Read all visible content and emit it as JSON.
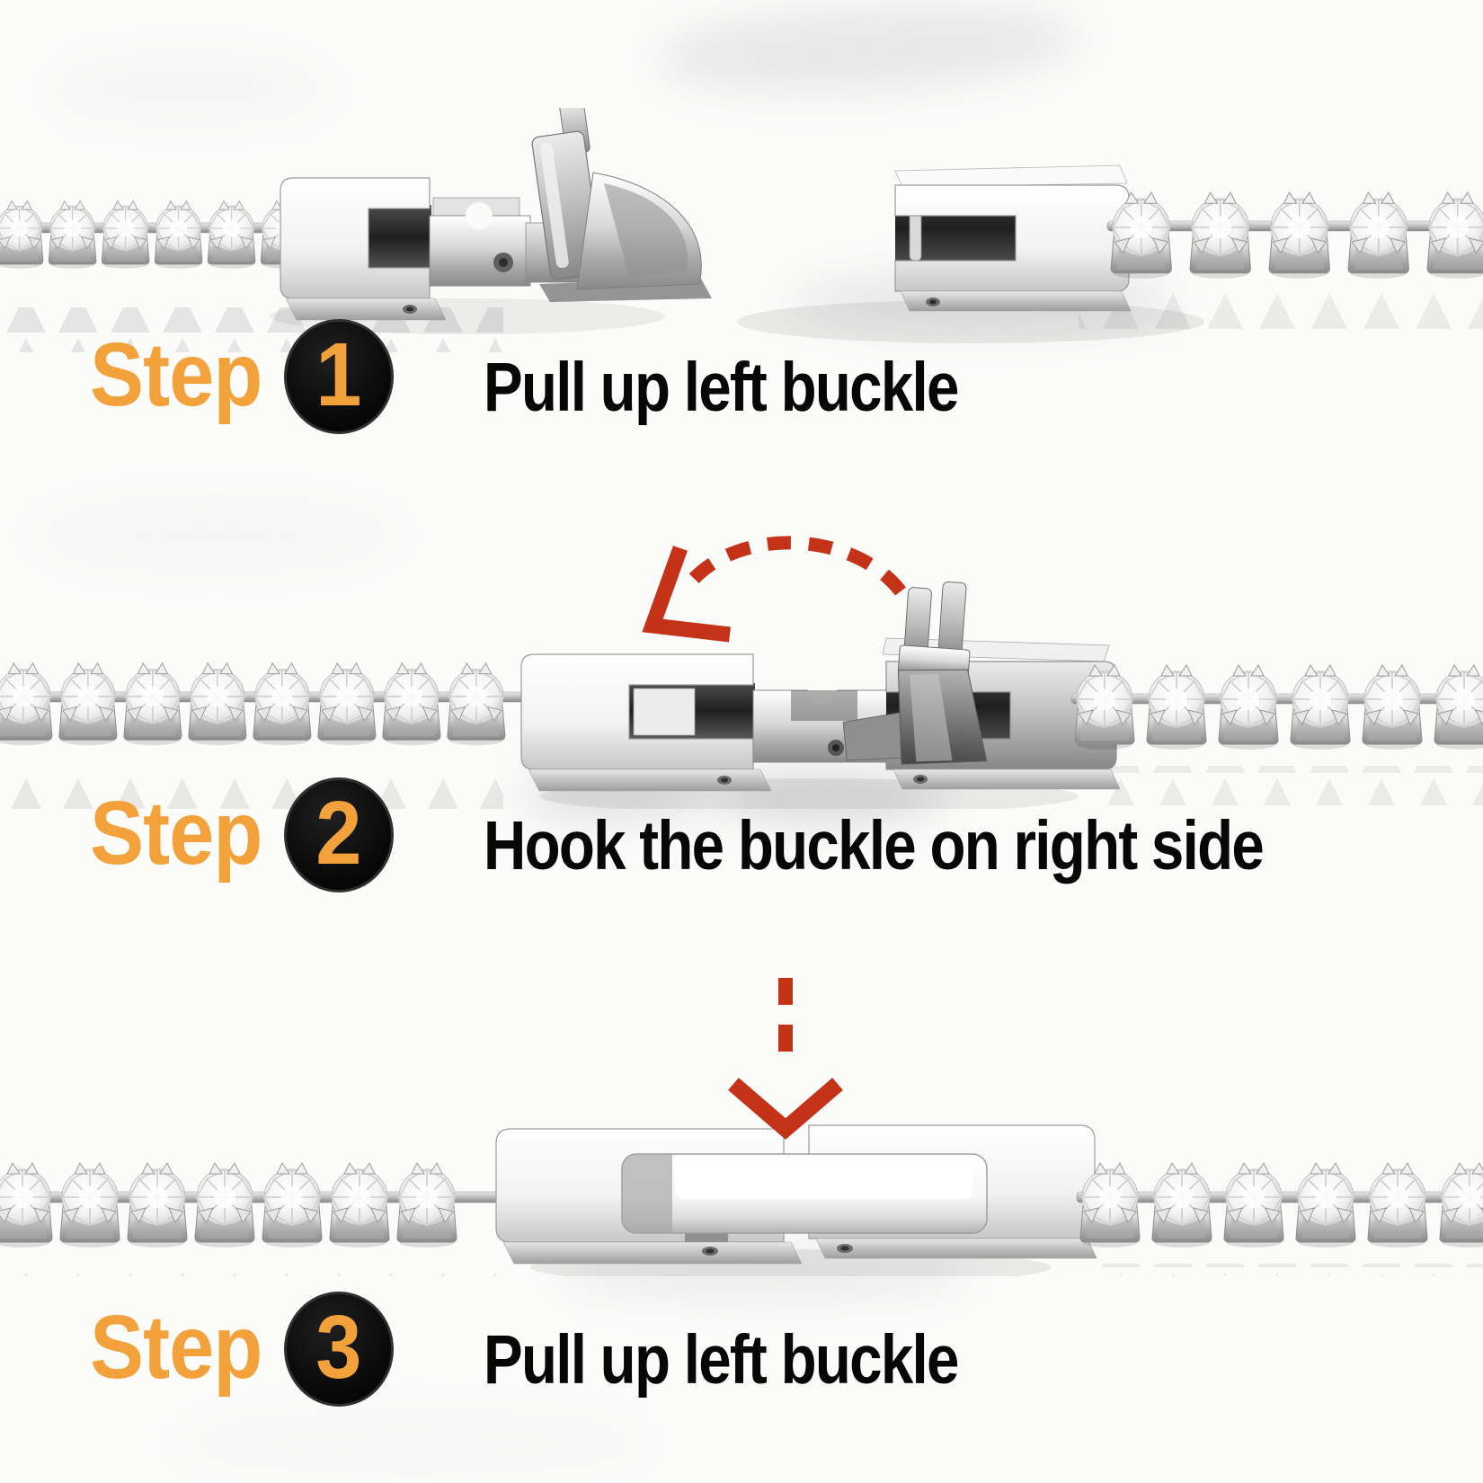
{
  "steps": [
    {
      "label": "Step",
      "number": "1",
      "caption": "Pull up left buckle"
    },
    {
      "label": "Step",
      "number": "2",
      "caption": "Hook the buckle on right side"
    },
    {
      "label": "Step",
      "number": "3",
      "caption": "Pull up left buckle"
    }
  ],
  "colors": {
    "accent_orange": "#F3A23B",
    "arrow_red": "#C43318",
    "badge_bg": "#0B0B0B",
    "text_black": "#070707",
    "background": "#FBFBFA"
  },
  "icons": {
    "step2_arrow": "curved-dashed-arrow-left-icon",
    "step3_arrow": "dashed-arrow-down-icon"
  },
  "figures": {
    "step1": "bracelet-clasp-open-buckle-pulled-up",
    "step2": "bracelet-buckle-hooked-on-right-side",
    "step3": "bracelet-clasp-closed-flat"
  }
}
